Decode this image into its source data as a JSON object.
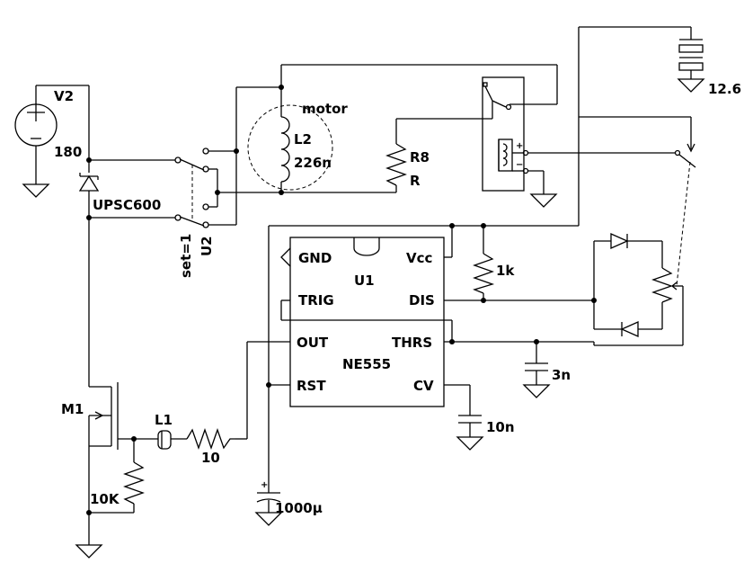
{
  "components": {
    "v2": {
      "ref": "V2",
      "value": "180"
    },
    "diode": {
      "ref": "UPSC600"
    },
    "relay_u2": {
      "ref": "U2",
      "param": "set=1"
    },
    "motor": {
      "label": "motor",
      "ref": "L2",
      "value": "226n"
    },
    "r8": {
      "ref": "R8",
      "value": "R"
    },
    "battery": {
      "value": "12.6"
    },
    "r_1k": {
      "value": "1k"
    },
    "u1": {
      "ref": "U1",
      "part": "NE555",
      "pins": {
        "gnd": "GND",
        "vcc": "Vcc",
        "trig": "TRIG",
        "dis": "DIS",
        "out": "OUT",
        "thrs": "THRS",
        "rst": "RST",
        "cv": "CV"
      }
    },
    "c_3n": {
      "value": "3n"
    },
    "c_10n": {
      "value": "10n"
    },
    "m1": {
      "ref": "M1"
    },
    "l1": {
      "ref": "L1"
    },
    "r_10": {
      "value": "10"
    },
    "r_10k": {
      "value": "10K"
    },
    "c_1000u": {
      "value": "1000µ"
    },
    "relay_coil": {
      "plus": "+",
      "minus": "−"
    }
  }
}
